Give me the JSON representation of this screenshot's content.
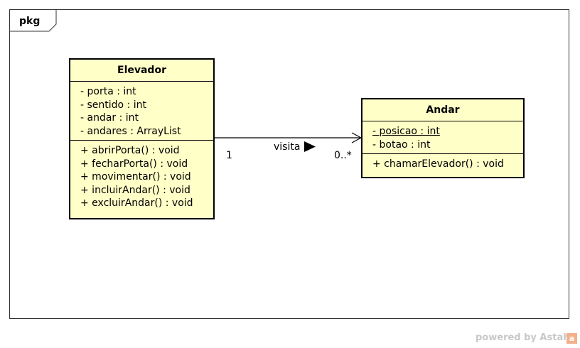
{
  "package": {
    "label": "pkg"
  },
  "classes": {
    "elevador": {
      "name": "Elevador",
      "attributes": [
        "- porta : int",
        "- sentido : int",
        "- andar : int",
        "- andares : ArrayList"
      ],
      "operations": [
        "+ abrirPorta() : void",
        "+ fecharPorta() : void",
        "+ movimentar() : void",
        "+ incluirAndar() : void",
        "+ excluirAndar() : void"
      ]
    },
    "andar": {
      "name": "Andar",
      "attributes": [
        "- posicao : int",
        "- botao : int"
      ],
      "operations": [
        "+ chamarElevador() : void"
      ]
    }
  },
  "association": {
    "label": "visita",
    "source_multiplicity": "1",
    "target_multiplicity": "0..*"
  },
  "footer": {
    "powered_by": "powered by Astah",
    "logo_letter": "a"
  },
  "colors": {
    "class_fill": "#ffffc8",
    "border": "#000000",
    "footer_text": "#c8c8c8"
  }
}
